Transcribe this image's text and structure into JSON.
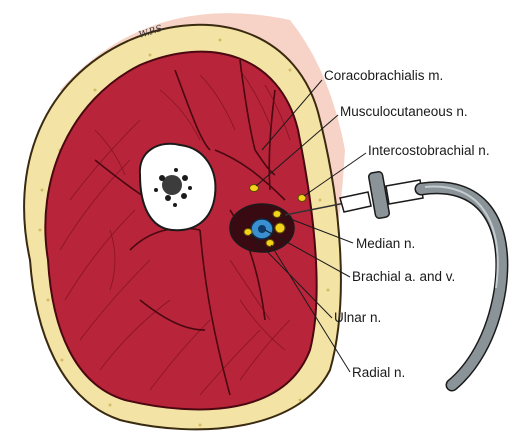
{
  "signature": "W.P.S",
  "labels": {
    "coracobrachialis": "Coracobrachialis m.",
    "musculocutaneous": "Musculocutaneous n.",
    "intercostobrachial": "Intercostobrachial n.",
    "median": "Median n.",
    "brachial": "Brachial a. and v.",
    "ulnar": "Ulnar n.",
    "radial": "Radial n."
  },
  "colors": {
    "muscle": "#b8243a",
    "muscle_dark": "#7a1020",
    "fat": "#f3e4a6",
    "skin_halo": "#f6d3c6",
    "bone": "#ffffff",
    "nerve": "#f2d21b",
    "artery_vein": "#3a8fd0",
    "needle": "#8a9498"
  }
}
